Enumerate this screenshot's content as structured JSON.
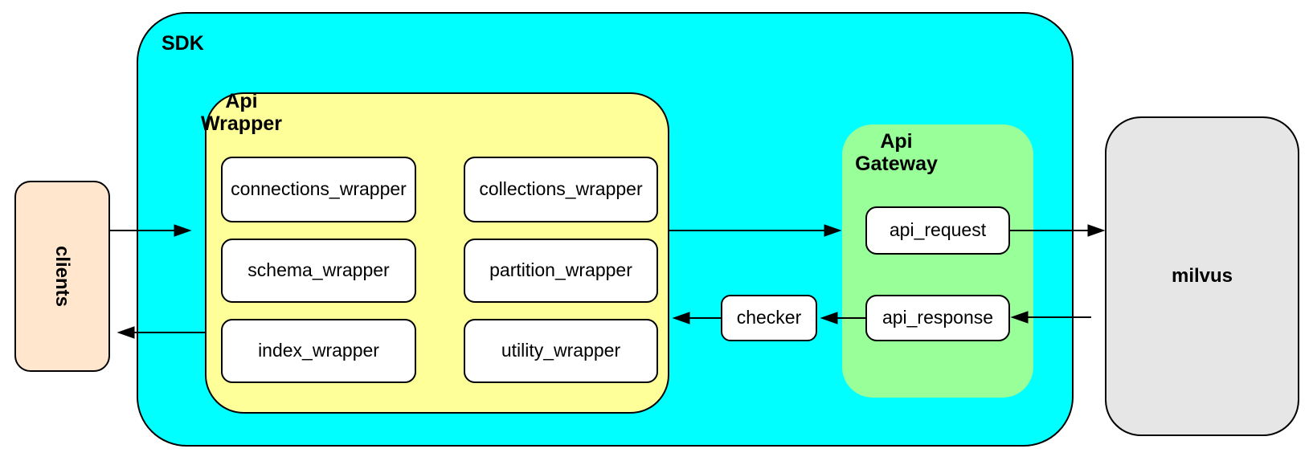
{
  "diagram": {
    "sdk": {
      "label": "SDK",
      "fill": "#00FFFF"
    },
    "api_wrapper": {
      "label_lines": [
        "Api",
        "Wrapper"
      ],
      "fill": "#FFFF99",
      "items": [
        "connections_wrapper",
        "collections_wrapper",
        "schema_wrapper",
        "partition_wrapper",
        "index_wrapper",
        "utility_wrapper"
      ]
    },
    "api_gateway": {
      "label_lines": [
        "Api",
        "Gateway"
      ],
      "fill": "#99FF99",
      "items": [
        "api_request",
        "api_response"
      ]
    },
    "checker": {
      "label": "checker",
      "fill": "#FFFFFF"
    },
    "clients": {
      "label": "clients",
      "fill": "#FFE6CC"
    },
    "milvus": {
      "label": "milvus",
      "fill": "#E6E6E6"
    },
    "edge_color": "#000000",
    "edges": [
      {
        "from": "clients",
        "to": "sdk"
      },
      {
        "from": "api_wrapper",
        "to": "clients"
      },
      {
        "from": "api_wrapper",
        "to": "api_gateway"
      },
      {
        "from": "api_request",
        "to": "milvus"
      },
      {
        "from": "milvus",
        "to": "api_response"
      },
      {
        "from": "api_response",
        "to": "checker"
      },
      {
        "from": "checker",
        "to": "api_wrapper"
      }
    ]
  }
}
